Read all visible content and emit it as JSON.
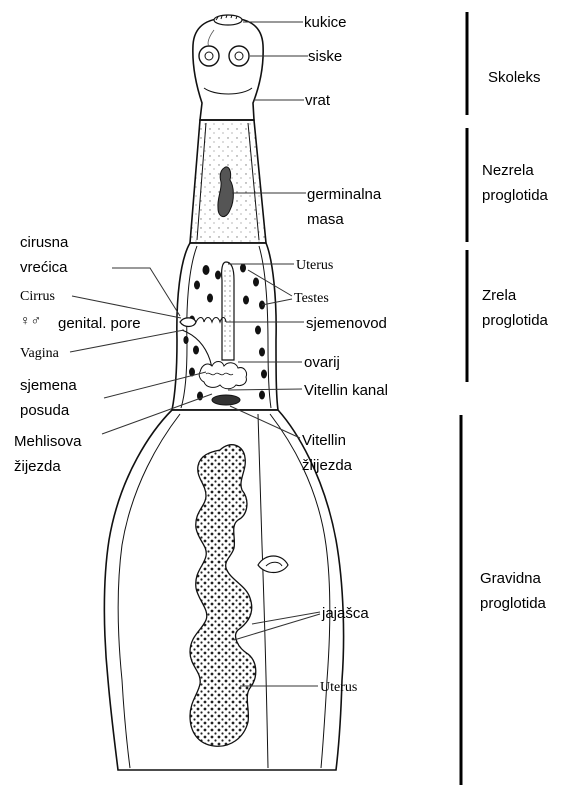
{
  "labels": {
    "hooks": "kukice",
    "suckers": "siske",
    "neck": "vrat",
    "germinal_mass_1": "germinalna",
    "germinal_mass_2": "masa",
    "cirrus_sac_1": "cirusna",
    "cirrus_sac_2": "vrećica",
    "cirrus": "Cirrus",
    "genital_symbols": "♀♂",
    "genital_pore": "genital. pore",
    "vagina": "Vagina",
    "seminal_receptacle_1": "sjemena",
    "seminal_receptacle_2": "posuda",
    "mehlis_gland_1": "Mehlisova",
    "mehlis_gland_2": "žijezda",
    "uterus_upper": "Uterus",
    "testes": "Testes",
    "vas_deferens": "sjemenovod",
    "ovary": "ovarij",
    "vitelline_duct": "Vitellin kanal",
    "vitelline_gland_1": "Vitellin",
    "vitelline_gland_2": "žlijezda",
    "eggs": "jajašca",
    "uterus_lower": "Uterus"
  },
  "regions": {
    "scolex": "Skoleks",
    "immature_1": "Nezrela",
    "immature_2": "proglotida",
    "mature_1": "Zrela",
    "mature_2": "proglotida",
    "gravid_1": "Gravidna",
    "gravid_2": "proglotida"
  }
}
